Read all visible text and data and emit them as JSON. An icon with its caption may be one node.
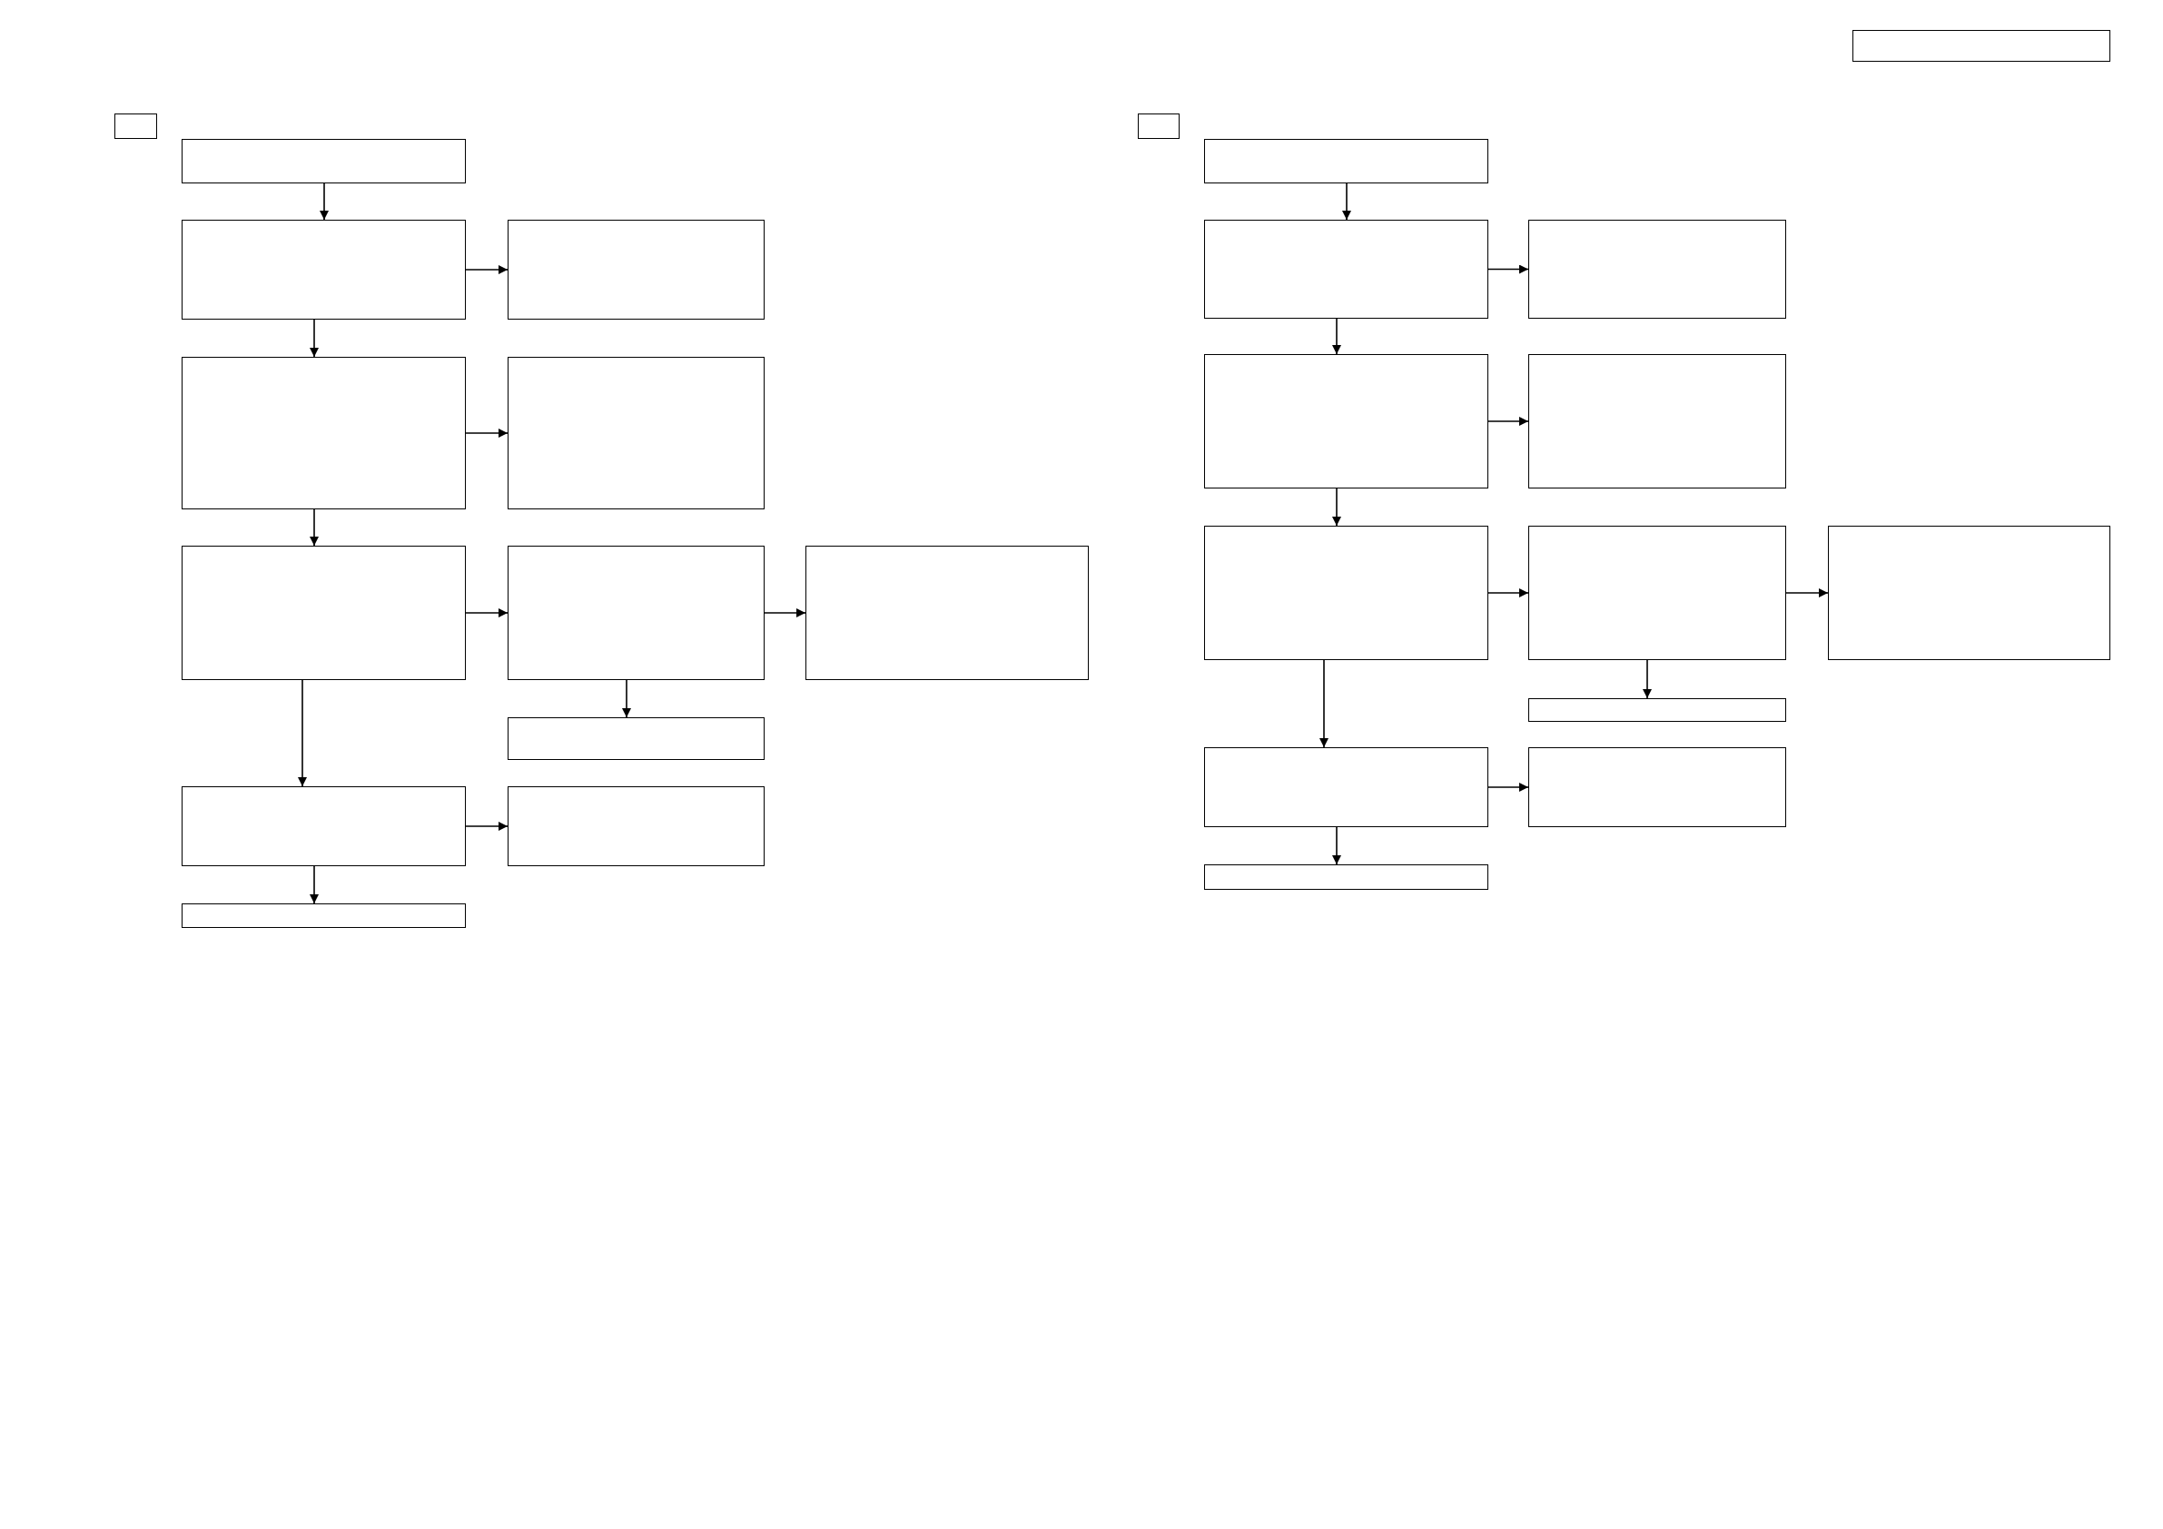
{
  "diagram": {
    "nodes": [
      {
        "text": [],
        "shape": "box"
      },
      {
        "text": [],
        "shape": "box"
      },
      {
        "text": [],
        "shape": "box"
      },
      {
        "text": [],
        "shape": "box"
      },
      {
        "text": [],
        "shape": "box"
      },
      {
        "text": [],
        "shape": "box"
      },
      {
        "text": [],
        "shape": "box"
      },
      {
        "text": [],
        "shape": "box"
      },
      {
        "text": [],
        "shape": "box"
      },
      {
        "text": [],
        "shape": "box"
      },
      {
        "text": [],
        "shape": "box"
      },
      {
        "text": [],
        "shape": "box"
      },
      {
        "text": [],
        "shape": "box"
      },
      {
        "text": [],
        "shape": "box"
      },
      {
        "text": [],
        "shape": "box"
      },
      {
        "text": [],
        "shape": "box"
      },
      {
        "text": [],
        "shape": "box"
      },
      {
        "text": [],
        "shape": "box"
      },
      {
        "text": [],
        "shape": "box"
      },
      {
        "text": [],
        "shape": "box"
      },
      {
        "text": [],
        "shape": "box"
      },
      {
        "text": [],
        "shape": "box"
      },
      {
        "text": [],
        "shape": "box"
      },
      {
        "text": [],
        "shape": "box"
      },
      {
        "text": [],
        "shape": "box"
      },
      {
        "text": [],
        "shape": "box"
      },
      {
        "text": [],
        "shape": "box"
      }
    ],
    "edges": [
      {
        "from": 2,
        "to": 3,
        "arrow": "to"
      },
      {
        "from": 3,
        "to": 4,
        "arrow": "to"
      },
      {
        "from": 3,
        "to": 5,
        "arrow": "to"
      },
      {
        "from": 5,
        "to": 6,
        "arrow": "to"
      },
      {
        "from": 5,
        "to": 7,
        "arrow": "to"
      },
      {
        "from": 7,
        "to": 8,
        "arrow": "to"
      },
      {
        "from": 8,
        "to": 9,
        "arrow": "to"
      },
      {
        "from": 8,
        "to": 10,
        "arrow": "to"
      },
      {
        "from": 7,
        "to": 11,
        "arrow": "to"
      },
      {
        "from": 11,
        "to": 12,
        "arrow": "to"
      },
      {
        "from": 11,
        "to": 13,
        "arrow": "to"
      },
      {
        "from": 15,
        "to": 16,
        "arrow": "to"
      },
      {
        "from": 16,
        "to": 17,
        "arrow": "to"
      },
      {
        "from": 16,
        "to": 18,
        "arrow": "to"
      },
      {
        "from": 18,
        "to": 19,
        "arrow": "to"
      },
      {
        "from": 18,
        "to": 20,
        "arrow": "to"
      },
      {
        "from": 20,
        "to": 21,
        "arrow": "to"
      },
      {
        "from": 21,
        "to": 22,
        "arrow": "to"
      },
      {
        "from": 21,
        "to": 23,
        "arrow": "to"
      },
      {
        "from": 20,
        "to": 24,
        "arrow": "to"
      },
      {
        "from": 24,
        "to": 25,
        "arrow": "to"
      },
      {
        "from": 24,
        "to": 26,
        "arrow": "to"
      }
    ]
  }
}
